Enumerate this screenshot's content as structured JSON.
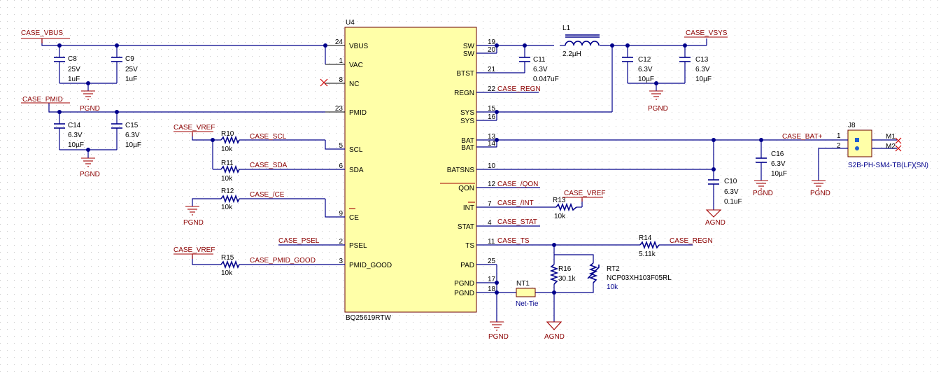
{
  "ic": {
    "ref": "U4",
    "part": "BQ25619RTW"
  },
  "left_pins": [
    {
      "name": "VBUS",
      "num": "24"
    },
    {
      "name": "VAC",
      "num": "1"
    },
    {
      "name": "NC",
      "num": "8"
    },
    {
      "name": "PMID",
      "num": "23"
    },
    {
      "name": "SCL",
      "num": "5"
    },
    {
      "name": "SDA",
      "num": "6"
    },
    {
      "name": "CE",
      "num": "9"
    },
    {
      "name": "PSEL",
      "num": "2"
    },
    {
      "name": "PMID_GOOD",
      "num": "3"
    }
  ],
  "right_pins": [
    {
      "name": "SW",
      "num": "19"
    },
    {
      "name": "SW",
      "num": "20"
    },
    {
      "name": "BTST",
      "num": "21"
    },
    {
      "name": "REGN",
      "num": "22"
    },
    {
      "name": "SYS",
      "num": "15"
    },
    {
      "name": "SYS",
      "num": "16"
    },
    {
      "name": "BAT",
      "num": "13"
    },
    {
      "name": "BAT",
      "num": "14"
    },
    {
      "name": "BATSNS",
      "num": "10"
    },
    {
      "name": "QON",
      "num": "12"
    },
    {
      "name": "INT",
      "num": "7"
    },
    {
      "name": "STAT",
      "num": "4"
    },
    {
      "name": "TS",
      "num": "11"
    },
    {
      "name": "PAD",
      "num": "25"
    },
    {
      "name": "PGND",
      "num": "17"
    },
    {
      "name": "PGND",
      "num": "18"
    }
  ],
  "nets": {
    "vbus": "CASE_VBUS",
    "pmid": "CASE_PMID",
    "vref1": "CASE_VREF",
    "vref2": "CASE_VREF",
    "vref3": "CASE_VREF",
    "scl": "CASE_SCL",
    "sda": "CASE_SDA",
    "ce": "CASE_/CE",
    "psel": "CASE_PSEL",
    "pmid_good": "CASE_PMID_GOOD",
    "vsys": "CASE_VSYS",
    "regn": "CASE_REGN",
    "regn2": "CASE_REGN",
    "qon": "CASE_/QON",
    "int": "CASE_/INT",
    "stat": "CASE_STAT",
    "ts": "CASE_TS",
    "bat": "CASE_BAT+"
  },
  "grounds": {
    "pgnd1": "PGND",
    "pgnd2": "PGND",
    "pgnd3": "PGND",
    "pgnd4": "PGND",
    "pgnd5": "PGND",
    "pgnd6": "PGND",
    "pgnd7": "PGND",
    "agnd1": "AGND",
    "agnd2": "AGND"
  },
  "caps": {
    "c8": {
      "ref": "C8",
      "v": "25V",
      "val": "1uF"
    },
    "c9": {
      "ref": "C9",
      "v": "25V",
      "val": "1uF"
    },
    "c14": {
      "ref": "C14",
      "v": "6.3V",
      "val": "10µF"
    },
    "c15": {
      "ref": "C15",
      "v": "6.3V",
      "val": "10µF"
    },
    "c11": {
      "ref": "C11",
      "v": "6.3V",
      "val": "0.047uF"
    },
    "c12": {
      "ref": "C12",
      "v": "6.3V",
      "val": "10µF"
    },
    "c13": {
      "ref": "C13",
      "v": "6.3V",
      "val": "10µF"
    },
    "c10": {
      "ref": "C10",
      "v": "6.3V",
      "val": "0.1uF"
    },
    "c16": {
      "ref": "C16",
      "v": "6.3V",
      "val": "10µF"
    }
  },
  "resistors": {
    "r10": {
      "ref": "R10",
      "val": "10k"
    },
    "r11": {
      "ref": "R11",
      "val": "10k"
    },
    "r12": {
      "ref": "R12",
      "val": "10k"
    },
    "r15": {
      "ref": "R15",
      "val": "10k"
    },
    "r13": {
      "ref": "R13",
      "val": "10k"
    },
    "r14": {
      "ref": "R14",
      "val": "5.11k"
    },
    "r16": {
      "ref": "R16",
      "val": "30.1k"
    }
  },
  "inductor": {
    "ref": "L1",
    "val": "2.2µH"
  },
  "thermistor": {
    "ref": "RT2",
    "part": "NCP03XH103F05RL",
    "val": "10k"
  },
  "nettie": {
    "ref": "NT1",
    "label": "Net-Tie"
  },
  "connector": {
    "ref": "J8",
    "part": "S2B-PH-SM4-TB(LF)(SN)",
    "pin1": "1",
    "pin2": "2",
    "m1": "M1",
    "m2": "M2"
  }
}
